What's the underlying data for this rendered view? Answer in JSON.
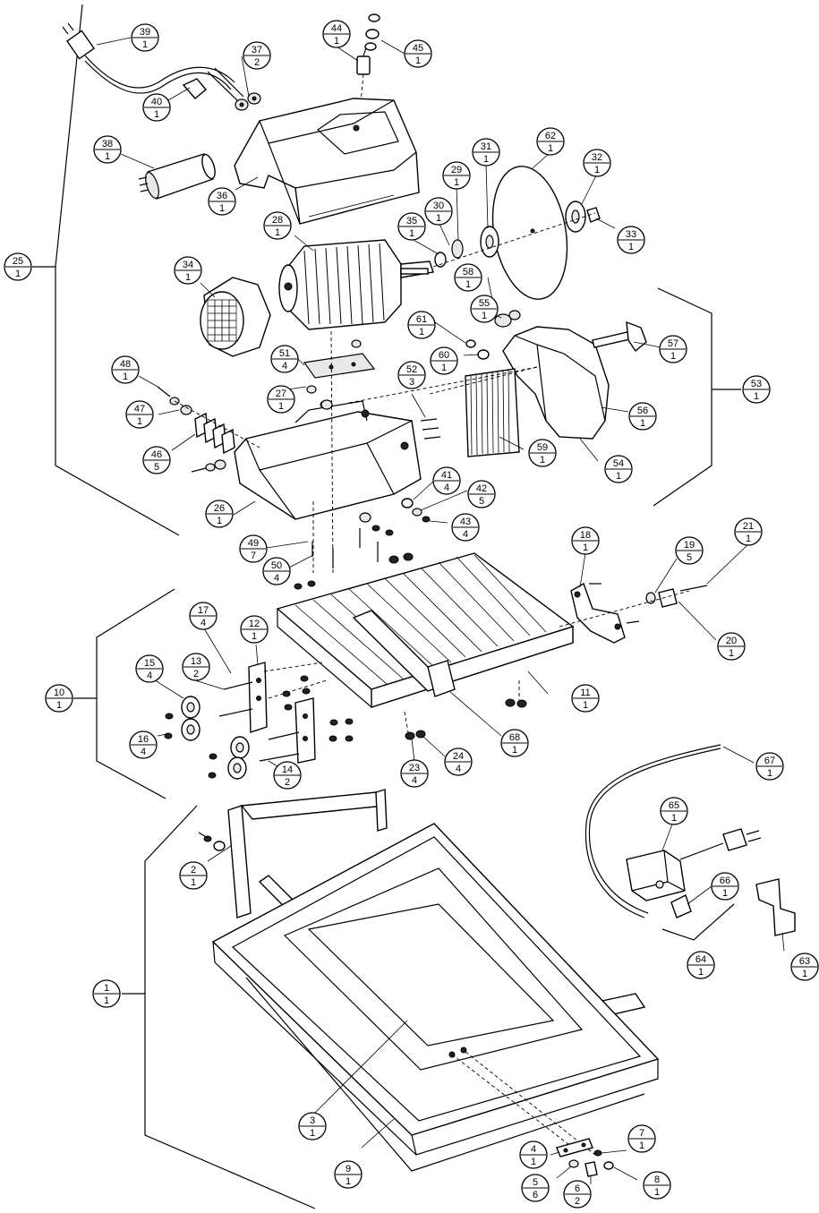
{
  "balloons": [
    {
      "id": "b39",
      "top": "39",
      "bottom": "1"
    },
    {
      "id": "b37",
      "top": "37",
      "bottom": "2"
    },
    {
      "id": "b40",
      "top": "40",
      "bottom": "1"
    },
    {
      "id": "b44",
      "top": "44",
      "bottom": "1"
    },
    {
      "id": "b45",
      "top": "45",
      "bottom": "1"
    },
    {
      "id": "b38",
      "top": "38",
      "bottom": "1"
    },
    {
      "id": "b36",
      "top": "36",
      "bottom": "1"
    },
    {
      "id": "b31",
      "top": "31",
      "bottom": "1"
    },
    {
      "id": "b62",
      "top": "62",
      "bottom": "1"
    },
    {
      "id": "b29",
      "top": "29",
      "bottom": "1"
    },
    {
      "id": "b32",
      "top": "32",
      "bottom": "1"
    },
    {
      "id": "b30",
      "top": "30",
      "bottom": "1"
    },
    {
      "id": "b35",
      "top": "35",
      "bottom": "1"
    },
    {
      "id": "b33",
      "top": "33",
      "bottom": "1"
    },
    {
      "id": "b28",
      "top": "28",
      "bottom": "1"
    },
    {
      "id": "b25",
      "top": "25",
      "bottom": "1"
    },
    {
      "id": "b34",
      "top": "34",
      "bottom": "1"
    },
    {
      "id": "b58",
      "top": "58",
      "bottom": "1"
    },
    {
      "id": "b55",
      "top": "55",
      "bottom": "1"
    },
    {
      "id": "b61",
      "top": "61",
      "bottom": "1"
    },
    {
      "id": "b57",
      "top": "57",
      "bottom": "1"
    },
    {
      "id": "b51",
      "top": "51",
      "bottom": "4"
    },
    {
      "id": "b60",
      "top": "60",
      "bottom": "1"
    },
    {
      "id": "b48",
      "top": "48",
      "bottom": "1"
    },
    {
      "id": "b52",
      "top": "52",
      "bottom": "3"
    },
    {
      "id": "b53",
      "top": "53",
      "bottom": "1"
    },
    {
      "id": "b27",
      "top": "27",
      "bottom": "1"
    },
    {
      "id": "b47",
      "top": "47",
      "bottom": "1"
    },
    {
      "id": "b56",
      "top": "56",
      "bottom": "1"
    },
    {
      "id": "b46",
      "top": "46",
      "bottom": "5"
    },
    {
      "id": "b59",
      "top": "59",
      "bottom": "1"
    },
    {
      "id": "b54",
      "top": "54",
      "bottom": "1"
    },
    {
      "id": "b41",
      "top": "41",
      "bottom": "4"
    },
    {
      "id": "b42",
      "top": "42",
      "bottom": "5"
    },
    {
      "id": "b26",
      "top": "26",
      "bottom": "1"
    },
    {
      "id": "b43",
      "top": "43",
      "bottom": "4"
    },
    {
      "id": "b18",
      "top": "18",
      "bottom": "1"
    },
    {
      "id": "b21",
      "top": "21",
      "bottom": "1"
    },
    {
      "id": "b49",
      "top": "49",
      "bottom": "7"
    },
    {
      "id": "b19",
      "top": "19",
      "bottom": "5"
    },
    {
      "id": "b50",
      "top": "50",
      "bottom": "4"
    },
    {
      "id": "b17",
      "top": "17",
      "bottom": "4"
    },
    {
      "id": "b12",
      "top": "12",
      "bottom": "1"
    },
    {
      "id": "b20",
      "top": "20",
      "bottom": "1"
    },
    {
      "id": "b13",
      "top": "13",
      "bottom": "2"
    },
    {
      "id": "b15",
      "top": "15",
      "bottom": "4"
    },
    {
      "id": "b10",
      "top": "10",
      "bottom": "1"
    },
    {
      "id": "b11",
      "top": "11",
      "bottom": "1"
    },
    {
      "id": "b16",
      "top": "16",
      "bottom": "4"
    },
    {
      "id": "b68",
      "top": "68",
      "bottom": "1"
    },
    {
      "id": "b24",
      "top": "24",
      "bottom": "4"
    },
    {
      "id": "b14",
      "top": "14",
      "bottom": "2"
    },
    {
      "id": "b23",
      "top": "23",
      "bottom": "4"
    },
    {
      "id": "b67",
      "top": "67",
      "bottom": "1"
    },
    {
      "id": "b65",
      "top": "65",
      "bottom": "1"
    },
    {
      "id": "b2",
      "top": "2",
      "bottom": "1"
    },
    {
      "id": "b66",
      "top": "66",
      "bottom": "1"
    },
    {
      "id": "b64",
      "top": "64",
      "bottom": "1"
    },
    {
      "id": "b63",
      "top": "63",
      "bottom": "1"
    },
    {
      "id": "b1",
      "top": "1",
      "bottom": "1"
    },
    {
      "id": "b3",
      "top": "3",
      "bottom": "1"
    },
    {
      "id": "b7",
      "top": "7",
      "bottom": "1"
    },
    {
      "id": "b4",
      "top": "4",
      "bottom": "1"
    },
    {
      "id": "b8",
      "top": "8",
      "bottom": "1"
    },
    {
      "id": "b5",
      "top": "5",
      "bottom": "6"
    },
    {
      "id": "b6",
      "top": "6",
      "bottom": "2"
    },
    {
      "id": "b9",
      "top": "9",
      "bottom": "1"
    }
  ]
}
